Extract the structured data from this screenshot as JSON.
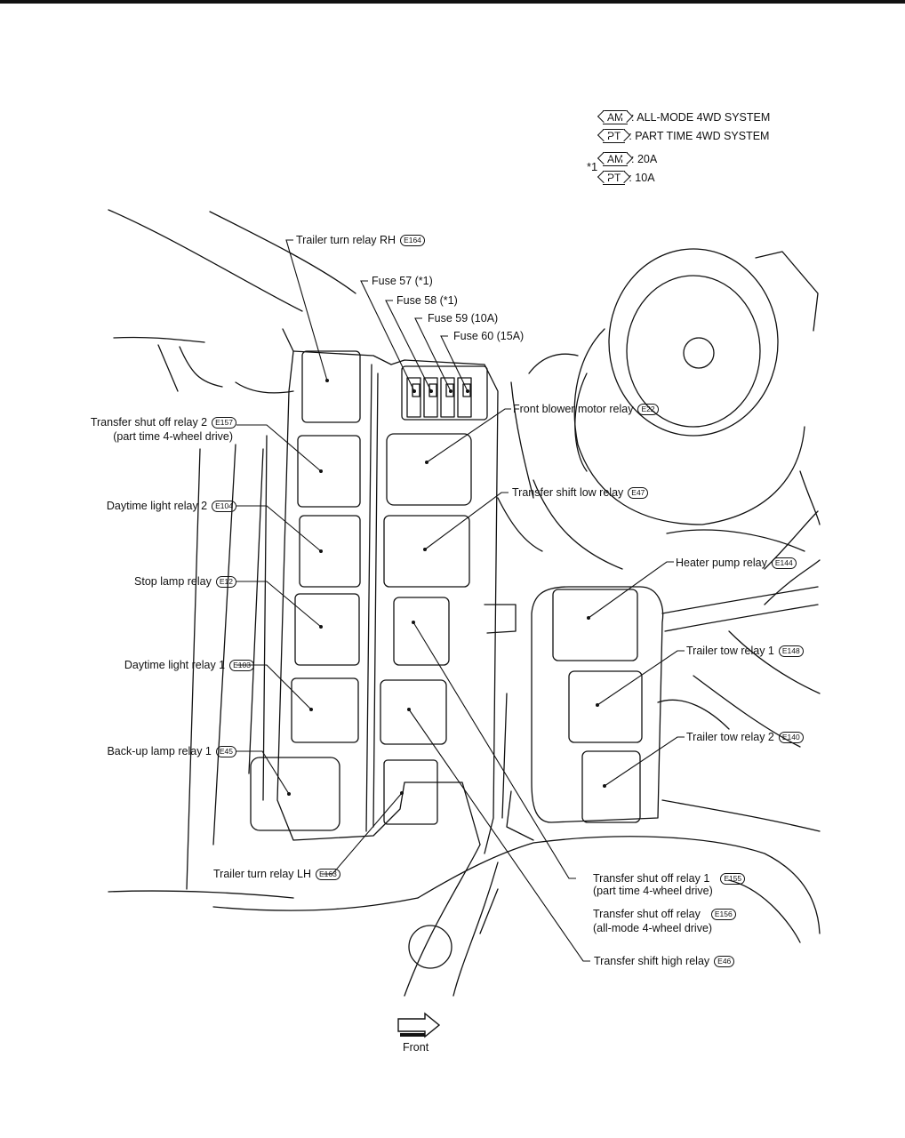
{
  "legend": {
    "rows": [
      {
        "code": "AM",
        "text": ": ALL-MODE 4WD SYSTEM"
      },
      {
        "code": "PT",
        "text": ": PART TIME 4WD SYSTEM"
      }
    ],
    "note_marker": "*1",
    "note_rows": [
      {
        "code": "AM",
        "text": ": 20A"
      },
      {
        "code": "PT",
        "text": ": 10A"
      }
    ]
  },
  "labels": {
    "trailer_turn_relay_rh": {
      "text": "Trailer turn relay RH",
      "badge": "E164"
    },
    "fuse57": {
      "text": "Fuse 57 (*1)"
    },
    "fuse58": {
      "text": "Fuse 58 (*1)"
    },
    "fuse59": {
      "text": "Fuse 59 (10A)"
    },
    "fuse60": {
      "text": "Fuse 60 (15A)"
    },
    "transfer_shut_off_relay_2": {
      "text": "Transfer shut off relay 2",
      "text2": "(part time 4-wheel drive)",
      "badge": "E157"
    },
    "front_blower_motor_relay": {
      "text": "Front blower motor relay",
      "badge": "E22"
    },
    "daytime_light_relay_2": {
      "text": "Daytime light relay 2",
      "badge": "E104"
    },
    "transfer_shift_low_relay": {
      "text": "Transfer shift low relay",
      "badge": "E47"
    },
    "stop_lamp_relay": {
      "text": "Stop lamp relay",
      "badge": "E12"
    },
    "heater_pump_relay": {
      "text": "Heater pump relay",
      "badge": "E144"
    },
    "daytime_light_relay_1": {
      "text": "Daytime light relay 1",
      "badge": "E103"
    },
    "trailer_tow_relay_1": {
      "text": "Trailer tow relay 1",
      "badge": "E148"
    },
    "back_up_lamp_relay_1": {
      "text": "Back-up lamp relay 1",
      "badge": "E45"
    },
    "trailer_tow_relay_2": {
      "text": "Trailer tow relay 2",
      "badge": "E140"
    },
    "trailer_turn_relay_lh": {
      "text": "Trailer turn relay LH",
      "badge": "E163"
    },
    "transfer_shut_off_relay_1": {
      "text": "Transfer shut off relay 1",
      "text2": "(part time 4-wheel drive)",
      "badge": "E155"
    },
    "transfer_shut_off_relay": {
      "text": "Transfer shut off relay",
      "text2": "(all-mode 4-wheel drive)",
      "badge": "E156"
    },
    "transfer_shift_high_relay": {
      "text": "Transfer shift high relay",
      "badge": "E46"
    }
  },
  "front_label": "Front"
}
